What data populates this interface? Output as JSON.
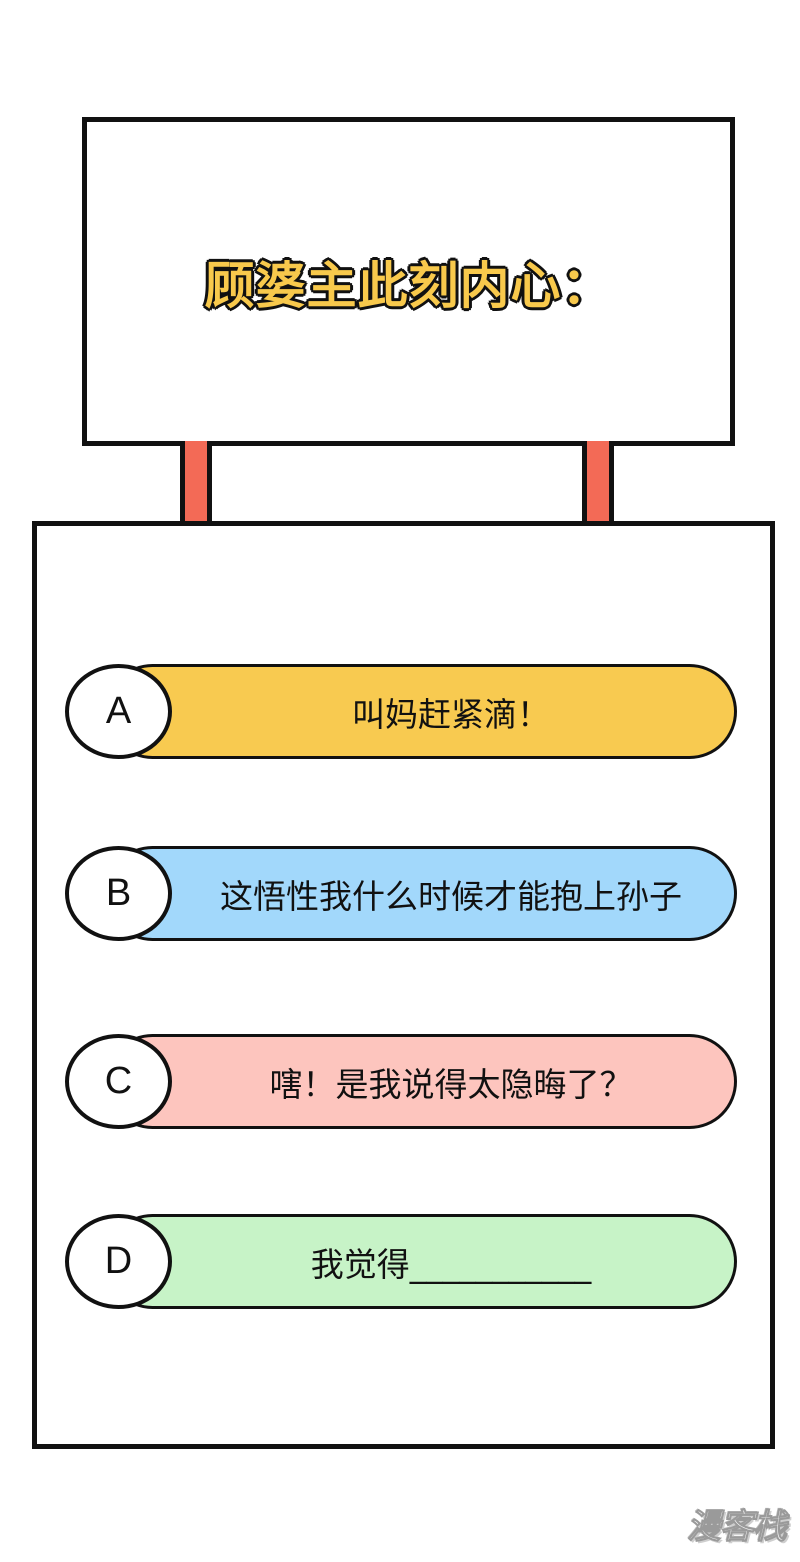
{
  "sign": {
    "title": "顾婆主此刻内心："
  },
  "options": [
    {
      "letter": "A",
      "text": "叫妈赶紧滴！",
      "color": "#f8ca50"
    },
    {
      "letter": "B",
      "text": "这悟性我什么时候才能抱上孙子",
      "color": "#a2d8fb"
    },
    {
      "letter": "C",
      "text": "嗐！是我说得太隐晦了？",
      "color": "#fdc5be"
    },
    {
      "letter": "D",
      "text": "我觉得___________",
      "color": "#c7f3c7"
    }
  ],
  "colors": {
    "post": "#f36a56",
    "outline": "#111111"
  },
  "watermark": "漫客栈"
}
